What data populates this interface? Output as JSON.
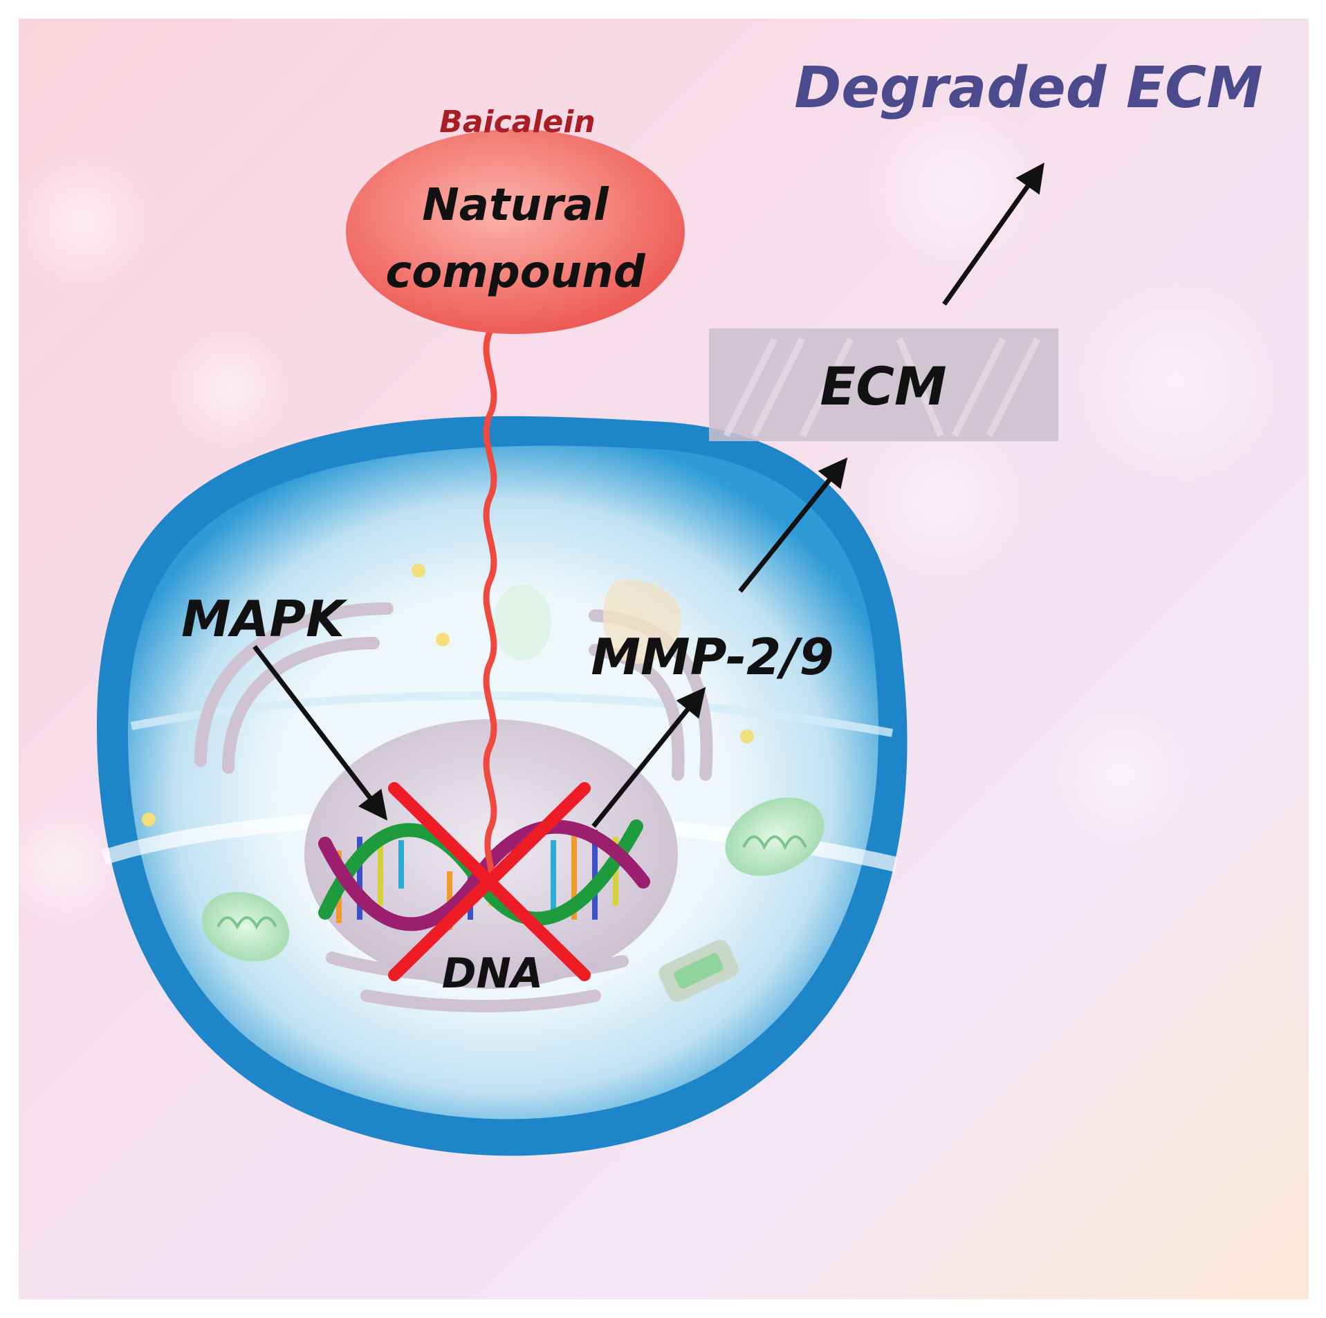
{
  "diagram": {
    "labels": {
      "degraded_ecm": "Degraded ECM",
      "baicalein": "Baicalein",
      "natural_line1": "Natural",
      "natural_line2": "compound",
      "ecm": "ECM",
      "mapk": "MAPK",
      "mmp": "MMP-2/9",
      "dna": "DNA"
    },
    "colors": {
      "degraded_ecm_text": "#4b4a8c",
      "baicalein_text": "#a81e24",
      "compound_fill": "#f26c66",
      "tether": "#f04a40",
      "inhibit_cross": "#ee1c25",
      "cell_membrane": "#2a95d2",
      "cytoplasm": "#e6f2f8",
      "nucleus": "#d8cfe0",
      "ecm_box": "#cbbfcc",
      "arrow": "#111111",
      "label_text": "#111111"
    },
    "icons": [
      "dna-helix-icon",
      "mitochondria-icon",
      "inhibit-x-icon"
    ]
  }
}
